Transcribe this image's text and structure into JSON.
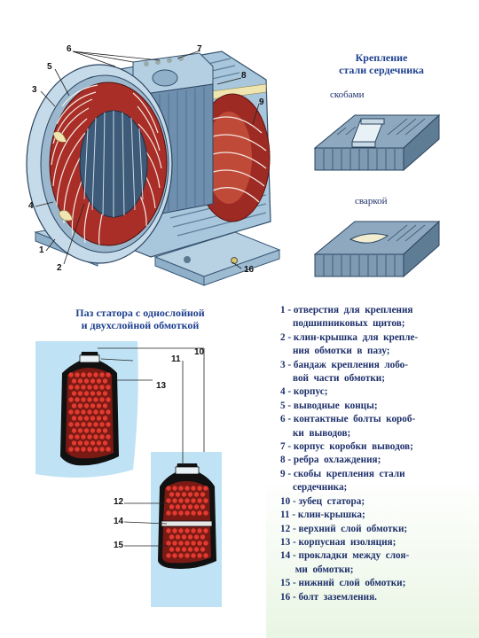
{
  "motor": {
    "callouts": [
      "1",
      "2",
      "3",
      "4",
      "5",
      "6",
      "7",
      "8",
      "9",
      "16"
    ]
  },
  "fastening": {
    "title_line1": "Крепление",
    "title_line2": "стали  сердечника",
    "caption_brackets": "скобами",
    "caption_welding": "сваркой"
  },
  "slot": {
    "title_line1": "Паз  статора  с  однослойной",
    "title_line2": "и  двухслойной  обмоткой",
    "callouts": [
      "10",
      "11",
      "12",
      "13",
      "14",
      "15"
    ]
  },
  "legend": [
    "1 - отверстия  для  крепления",
    "     подшипниковых  щитов;",
    "2 - клин-крышка  для  крепле-",
    "     ния  обмотки  в  пазу;",
    "3 - бандаж  крепления  лобо-",
    "     вой  части  обмотки;",
    "4 - корпус;",
    "5 - выводные  концы;",
    "6 - контактные  болты  короб-",
    "     ки  выводов;",
    "7 - корпус  коробки  выводов;",
    "8 - ребра  охлаждения;",
    "9 - скобы  крепления  стали",
    "     сердечника;",
    "10 - зубец  статора;",
    "11 - клин-крышка;",
    "12 - верхний  слой  обмотки;",
    "13 - корпусная  изоляция;",
    "14 - прокладки  между  слоя-",
    "      ми  обмотки;",
    "15 - нижний  слой  обмотки;",
    "16 - болт  заземления."
  ],
  "colors": {
    "frame": "#a9c7dc",
    "winding": "#b5302a",
    "conductor": "#e23b30",
    "slot_bg": "#bfe3f5",
    "title": "#1d3f8f"
  }
}
